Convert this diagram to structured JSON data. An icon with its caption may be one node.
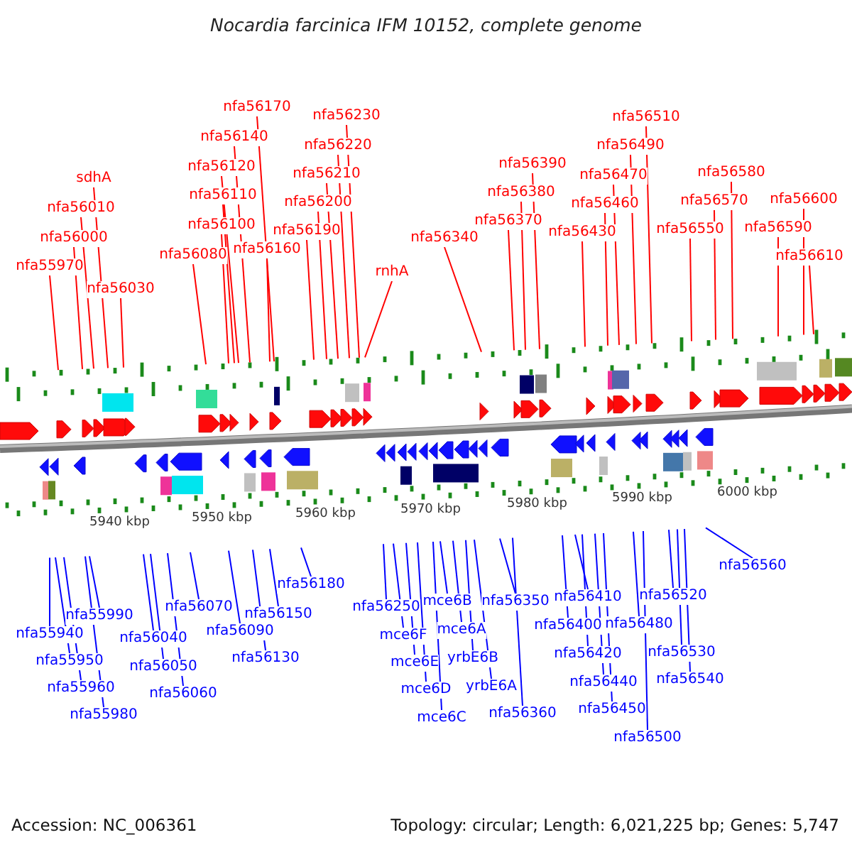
{
  "diagram": {
    "title": "Nocardia farcinica IFM 10152, complete genome",
    "nodes": [
      {
        "text": [
          "nfa55970"
        ]
      },
      {
        "text": [
          "nfa56000"
        ]
      },
      {
        "text": [
          "nfa56010"
        ]
      },
      {
        "text": [
          "sdhA"
        ]
      },
      {
        "text": [
          "nfa56030"
        ]
      },
      {
        "text": [
          "nfa56080"
        ]
      },
      {
        "text": [
          "nfa56100"
        ]
      },
      {
        "text": [
          "nfa56110"
        ]
      },
      {
        "text": [
          "nfa56120"
        ]
      },
      {
        "text": [
          "nfa56140"
        ]
      },
      {
        "text": [
          "nfa56170"
        ]
      },
      {
        "text": [
          "nfa56160"
        ]
      },
      {
        "text": [
          "nfa56190"
        ]
      },
      {
        "text": [
          "nfa56200"
        ]
      },
      {
        "text": [
          "nfa56210"
        ]
      },
      {
        "text": [
          "nfa56220"
        ]
      },
      {
        "text": [
          "nfa56230"
        ]
      },
      {
        "text": [
          "rnhA"
        ]
      },
      {
        "text": [
          "nfa56340"
        ]
      },
      {
        "text": [
          "nfa56370"
        ]
      },
      {
        "text": [
          "nfa56380"
        ]
      },
      {
        "text": [
          "nfa56390"
        ]
      },
      {
        "text": [
          "nfa56430"
        ]
      },
      {
        "text": [
          "nfa56460"
        ]
      },
      {
        "text": [
          "nfa56470"
        ]
      },
      {
        "text": [
          "nfa56490"
        ]
      },
      {
        "text": [
          "nfa56510"
        ]
      },
      {
        "text": [
          "nfa56550"
        ]
      },
      {
        "text": [
          "nfa56570"
        ]
      },
      {
        "text": [
          "nfa56580"
        ]
      },
      {
        "text": [
          "nfa56590"
        ]
      },
      {
        "text": [
          "nfa56600"
        ]
      },
      {
        "text": [
          "nfa56610"
        ]
      },
      {
        "text": [
          "nfa55940"
        ]
      },
      {
        "text": [
          "nfa55990"
        ]
      },
      {
        "text": [
          "nfa55950"
        ]
      },
      {
        "text": [
          "nfa55960"
        ]
      },
      {
        "text": [
          "nfa55980"
        ]
      },
      {
        "text": [
          "nfa56070"
        ]
      },
      {
        "text": [
          "nfa56040"
        ]
      },
      {
        "text": [
          "nfa56050"
        ]
      },
      {
        "text": [
          "nfa56060"
        ]
      },
      {
        "text": [
          "nfa56180"
        ]
      },
      {
        "text": [
          "nfa56150"
        ]
      },
      {
        "text": [
          "nfa56090"
        ]
      },
      {
        "text": [
          "nfa56130"
        ]
      },
      {
        "text": [
          "nfa56250"
        ]
      },
      {
        "text": [
          "mce6F"
        ]
      },
      {
        "text": [
          "mce6E"
        ]
      },
      {
        "text": [
          "mce6D"
        ]
      },
      {
        "text": [
          "mce6C"
        ]
      },
      {
        "text": [
          "mce6B"
        ]
      },
      {
        "text": [
          "mce6A"
        ]
      },
      {
        "text": [
          "yrbE6B"
        ]
      },
      {
        "text": [
          "yrbE6A"
        ]
      },
      {
        "text": [
          "nfa56350"
        ]
      },
      {
        "text": [
          "nfa56360"
        ]
      },
      {
        "text": [
          "nfa56410"
        ]
      },
      {
        "text": [
          "nfa56400"
        ]
      },
      {
        "text": [
          "nfa56420"
        ]
      },
      {
        "text": [
          "nfa56440"
        ]
      },
      {
        "text": [
          "nfa56450"
        ]
      },
      {
        "text": [
          "nfa56480"
        ]
      },
      {
        "text": [
          "nfa56500"
        ]
      },
      {
        "text": [
          "nfa56520"
        ]
      },
      {
        "text": [
          "nfa56530"
        ]
      },
      {
        "text": [
          "nfa56540"
        ]
      },
      {
        "text": [
          "nfa56560"
        ]
      }
    ],
    "edges": [
      {
        "from": 0,
        "to": null,
        "arrow": "none",
        "color": "#ff0000"
      },
      {
        "from": 1,
        "to": null,
        "arrow": "none",
        "color": "#ff0000"
      },
      {
        "from": 2,
        "to": null,
        "arrow": "none",
        "color": "#ff0000"
      },
      {
        "from": 3,
        "to": null,
        "arrow": "none",
        "color": "#ff0000"
      },
      {
        "from": 4,
        "to": null,
        "arrow": "none",
        "color": "#ff0000"
      },
      {
        "from": 5,
        "to": null,
        "arrow": "none",
        "color": "#ff0000"
      },
      {
        "from": 6,
        "to": null,
        "arrow": "none",
        "color": "#ff0000"
      },
      {
        "from": 7,
        "to": null,
        "arrow": "none",
        "color": "#ff0000"
      },
      {
        "from": 8,
        "to": null,
        "arrow": "none",
        "color": "#ff0000"
      },
      {
        "from": 9,
        "to": null,
        "arrow": "none",
        "color": "#ff0000"
      },
      {
        "from": 10,
        "to": null,
        "arrow": "none",
        "color": "#ff0000"
      },
      {
        "from": 11,
        "to": null,
        "arrow": "none",
        "color": "#ff0000"
      },
      {
        "from": 12,
        "to": null,
        "arrow": "none",
        "color": "#ff0000"
      },
      {
        "from": 13,
        "to": null,
        "arrow": "none",
        "color": "#ff0000"
      },
      {
        "from": 14,
        "to": null,
        "arrow": "none",
        "color": "#ff0000"
      },
      {
        "from": 15,
        "to": null,
        "arrow": "none",
        "color": "#ff0000"
      },
      {
        "from": 16,
        "to": null,
        "arrow": "none",
        "color": "#ff0000"
      },
      {
        "from": 17,
        "to": null,
        "arrow": "none",
        "color": "#ff0000"
      },
      {
        "from": 18,
        "to": null,
        "arrow": "none",
        "color": "#ff0000"
      },
      {
        "from": 19,
        "to": null,
        "arrow": "none",
        "color": "#ff0000"
      },
      {
        "from": 20,
        "to": null,
        "arrow": "none",
        "color": "#ff0000"
      },
      {
        "from": 21,
        "to": null,
        "arrow": "none",
        "color": "#ff0000"
      },
      {
        "from": 22,
        "to": null,
        "arrow": "none",
        "color": "#ff0000"
      },
      {
        "from": 23,
        "to": null,
        "arrow": "none",
        "color": "#ff0000"
      },
      {
        "from": 24,
        "to": null,
        "arrow": "none",
        "color": "#ff0000"
      },
      {
        "from": 25,
        "to": null,
        "arrow": "none",
        "color": "#ff0000"
      },
      {
        "from": 26,
        "to": null,
        "arrow": "none",
        "color": "#ff0000"
      },
      {
        "from": 27,
        "to": null,
        "arrow": "none",
        "color": "#ff0000"
      },
      {
        "from": 28,
        "to": null,
        "arrow": "none",
        "color": "#ff0000"
      },
      {
        "from": 29,
        "to": null,
        "arrow": "none",
        "color": "#ff0000"
      },
      {
        "from": 30,
        "to": null,
        "arrow": "none",
        "color": "#ff0000"
      },
      {
        "from": 31,
        "to": null,
        "arrow": "none",
        "color": "#ff0000"
      },
      {
        "from": 32,
        "to": null,
        "arrow": "none",
        "color": "#ff0000"
      },
      {
        "from": 33,
        "to": null,
        "arrow": "none"
      },
      {
        "from": 34,
        "to": null,
        "arrow": "none"
      },
      {
        "from": 35,
        "to": null,
        "arrow": "none"
      },
      {
        "from": 36,
        "to": null,
        "arrow": "none"
      },
      {
        "from": 37,
        "to": null,
        "arrow": "none"
      },
      {
        "from": 38,
        "to": null,
        "arrow": "none"
      },
      {
        "from": 39,
        "to": null,
        "arrow": "none"
      },
      {
        "from": 40,
        "to": null,
        "arrow": "none"
      },
      {
        "from": 41,
        "to": null,
        "arrow": "none"
      },
      {
        "from": 42,
        "to": null,
        "arrow": "none"
      },
      {
        "from": 43,
        "to": null,
        "arrow": "none"
      },
      {
        "from": 44,
        "to": null,
        "arrow": "none"
      },
      {
        "from": 45,
        "to": null,
        "arrow": "none"
      },
      {
        "from": 46,
        "to": null,
        "arrow": "none"
      },
      {
        "from": 47,
        "to": null,
        "arrow": "none"
      },
      {
        "from": 48,
        "to": null,
        "arrow": "none"
      },
      {
        "from": 49,
        "to": null,
        "arrow": "none"
      },
      {
        "from": 50,
        "to": null,
        "arrow": "none"
      },
      {
        "from": 51,
        "to": null,
        "arrow": "none"
      },
      {
        "from": 52,
        "to": null,
        "arrow": "none"
      },
      {
        "from": 53,
        "to": null,
        "arrow": "none"
      },
      {
        "from": 54,
        "to": null,
        "arrow": "none"
      },
      {
        "from": 55,
        "to": null,
        "arrow": "none"
      },
      {
        "from": 56,
        "to": null,
        "arrow": "none"
      },
      {
        "from": 57,
        "to": null,
        "arrow": "none"
      },
      {
        "from": 58,
        "to": null,
        "arrow": "none"
      },
      {
        "from": 59,
        "to": null,
        "arrow": "none"
      },
      {
        "from": 60,
        "to": null,
        "arrow": "none"
      },
      {
        "from": 61,
        "to": null,
        "arrow": "none"
      },
      {
        "from": 62,
        "to": null,
        "arrow": "none"
      },
      {
        "from": 63,
        "to": null,
        "arrow": "none"
      },
      {
        "from": 64,
        "to": null,
        "arrow": "none"
      },
      {
        "from": 65,
        "to": null,
        "arrow": "none"
      },
      {
        "from": 66,
        "to": null,
        "arrow": "none"
      },
      {
        "from": 67,
        "to": null,
        "arrow": "none"
      }
    ],
    "labels": [
      "5940 kbp",
      "5950 kbp",
      "5960 kbp",
      "5970 kbp",
      "5980 kbp",
      "5990 kbp",
      "6000 kbp",
      "Accession: NC_006361",
      "Topology: circular; Length: 6,021,225 bp; Genes: 5,747"
    ]
  }
}
